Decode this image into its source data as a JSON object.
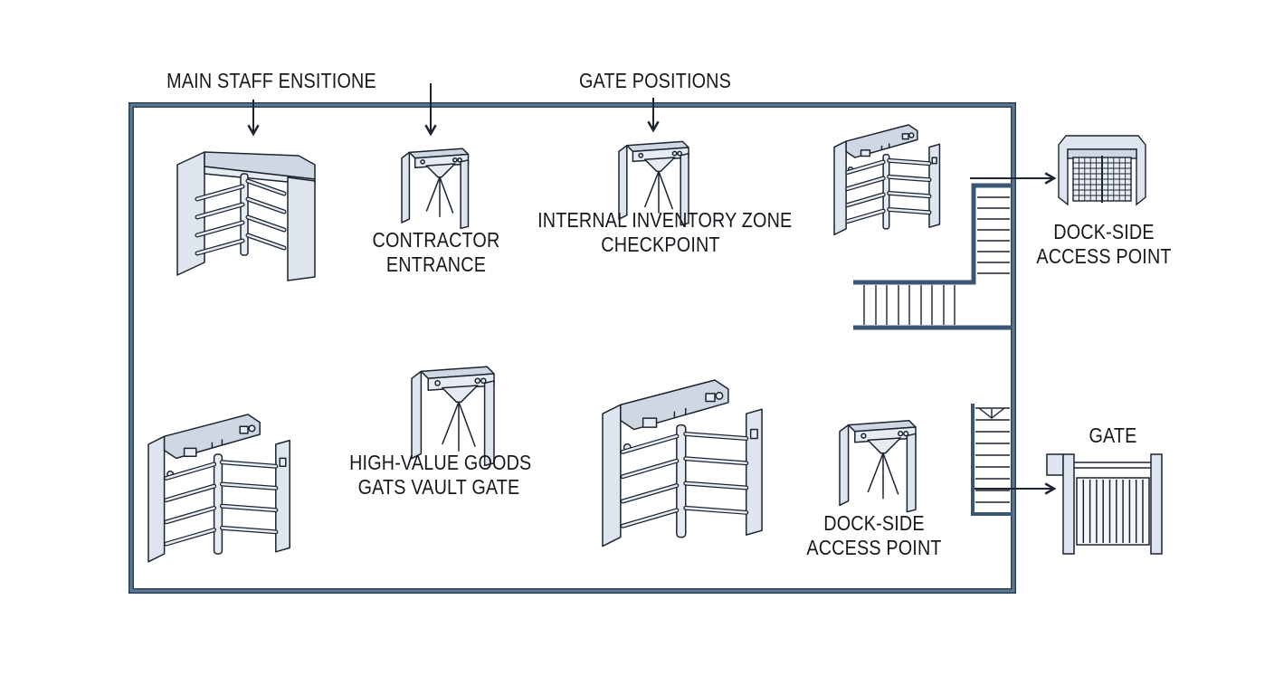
{
  "diagram": {
    "title_labels": {
      "main_staff": "MAIN STAFF ENSITIONE",
      "gate_positions": "GATE POSITIONS"
    },
    "zones": [
      {
        "id": "contractor",
        "lines": [
          "CONTRACTOR",
          "ENTRANCE"
        ],
        "icon": "tripod-turnstile-icon"
      },
      {
        "id": "inventory",
        "lines": [
          "INTERNAL INVENTORY ZONE",
          "CHECKPOINT"
        ],
        "icon": "tripod-turnstile-icon"
      },
      {
        "id": "dock_top",
        "lines": [
          "DOCK-SIDE",
          "ACCESS POINT"
        ],
        "icon": "mesh-double-gate-icon"
      },
      {
        "id": "high_value",
        "lines": [
          "HIGH-VALUE GOODS",
          "GATS VAULT GATE"
        ],
        "icon": "tripod-turnstile-icon"
      },
      {
        "id": "dock_bottom",
        "lines": [
          "DOCK-SIDE",
          "ACCESS POINT"
        ],
        "icon": "tripod-turnstile-icon"
      },
      {
        "id": "gate",
        "lines": [
          "GATE"
        ],
        "icon": "sliding-bar-gate-icon"
      }
    ],
    "unlabeled_icons": [
      "full-height-turnstile-icon",
      "half-height-turnstile-icon",
      "half-height-turnstile-icon",
      "half-height-turnstile-icon"
    ],
    "colors": {
      "wall": "#4b6b8c",
      "wall_dark": "#2c3e52",
      "ink": "#1b2430",
      "metal_fill": "#e3e8f0",
      "metal_shade": "#cdd5e1",
      "text": "#15181d"
    }
  }
}
